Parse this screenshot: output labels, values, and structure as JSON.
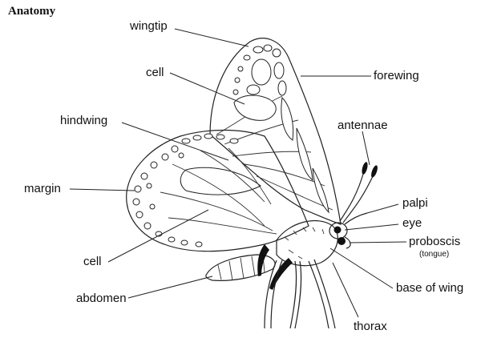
{
  "title": "Anatomy",
  "labels": {
    "wingtip": "wingtip",
    "cell_upper": "cell",
    "forewing": "forewing",
    "hindwing": "hindwing",
    "antennae": "antennae",
    "margin": "margin",
    "palpi": "palpi",
    "eye": "eye",
    "proboscis": "proboscis",
    "tongue": "(tongue)",
    "cell_lower": "cell",
    "base_of_wing": "base of wing",
    "abdomen": "abdomen",
    "thorax": "thorax"
  }
}
